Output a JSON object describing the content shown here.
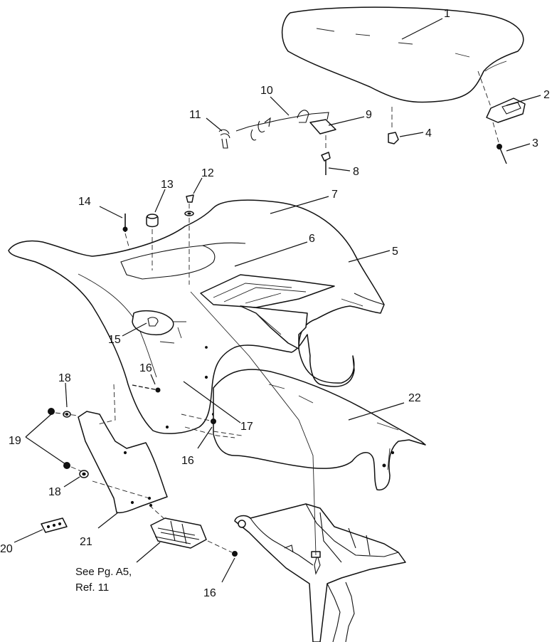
{
  "callouts": [
    "1",
    "2",
    "3",
    "4",
    "5",
    "6",
    "7",
    "8",
    "9",
    "10",
    "11",
    "12",
    "13",
    "14",
    "15",
    "16",
    "17",
    "18",
    "19",
    "20",
    "21",
    "22"
  ],
  "labels": {
    "c1": "1",
    "c2": "2",
    "c3": "3",
    "c4": "4",
    "c5": "5",
    "c6": "6",
    "c7": "7",
    "c8": "8",
    "c9": "9",
    "c10": "10",
    "c11": "11",
    "c12": "12",
    "c13": "13",
    "c14": "14",
    "c15": "15",
    "c16a": "16",
    "c16b": "16",
    "c16c": "16",
    "c17": "17",
    "c18a": "18",
    "c18b": "18",
    "c19": "19",
    "c20": "20",
    "c21": "21",
    "c22": "22"
  },
  "note": {
    "line1": "See Pg. A5,",
    "line2": "Ref. 11"
  }
}
